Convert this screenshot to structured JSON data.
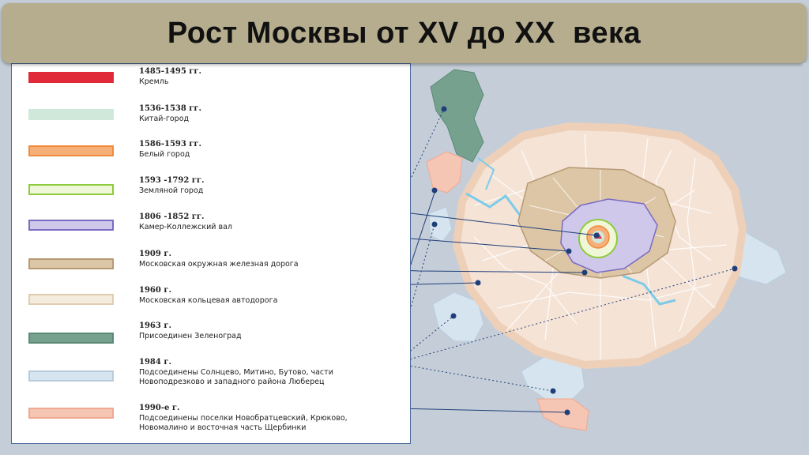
{
  "title": "Рост Москвы от XV до XX  века",
  "legend": [
    {
      "year": "1485-1495 гг.",
      "desc": [
        "Кремль"
      ],
      "fill": "#e02a3a",
      "stroke": "#e02a3a"
    },
    {
      "year": "1536-1538 гг.",
      "desc": [
        "Китай-город"
      ],
      "fill": "#cfe8da",
      "stroke": "#cfe8da"
    },
    {
      "year": "1586-1593 гг.",
      "desc": [
        "Белый город"
      ],
      "fill": "#f5b07a",
      "stroke": "#f08a3a"
    },
    {
      "year": "1593 -1792 гг.",
      "desc": [
        "Земляной город"
      ],
      "fill": "#f0f6d8",
      "stroke": "#8ccc3a"
    },
    {
      "year": "1806 -1852 гг.",
      "desc": [
        "Камер-Коллежский вал"
      ],
      "fill": "#cfc8ea",
      "stroke": "#7a6bc2"
    },
    {
      "year": "1909 г.",
      "desc": [
        "Московская окружная железная дорога"
      ],
      "fill": "#dcc6a6",
      "stroke": "#b69a74"
    },
    {
      "year": "1960 г.",
      "desc": [
        "Московская кольцевая автодорога"
      ],
      "fill": "#f5ebdc",
      "stroke": "#e0cdb0"
    },
    {
      "year": "1963 г.",
      "desc": [
        "Присоединен Зеленоград"
      ],
      "fill": "#76a18e",
      "stroke": "#5b8a75"
    },
    {
      "year": "1984 г.",
      "desc": [
        "Подсоединены Солнцево, Митино, Бутово, части",
        "Новоподрезково и западного района Люберец"
      ],
      "fill": "#d6e4ef",
      "stroke": "#b8ccdc"
    },
    {
      "year": "1990-е г.",
      "desc": [
        "Подсоединены поселки Новобратцевский, Крюково,",
        "Новомалино и восточная часть Щербинки"
      ],
      "fill": "#f5c6b4",
      "stroke": "#f0a890"
    }
  ],
  "colors": {
    "background": "#c5ced8",
    "title_bar": "#b6ad8f",
    "panel_border": "#4a6a99",
    "leader_line": "#1f3f7a"
  },
  "icons": {
    "map": "moscow-growth-map",
    "inset": "kremlin-inset-map"
  }
}
